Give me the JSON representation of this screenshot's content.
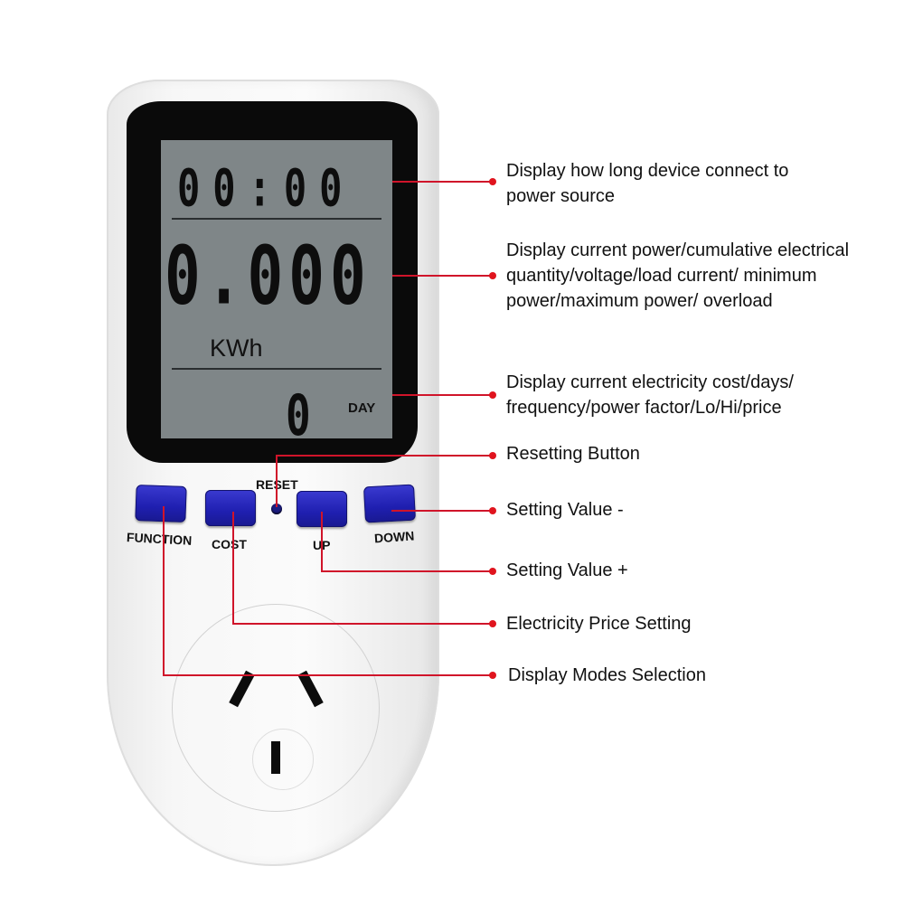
{
  "lcd": {
    "time": "00:00",
    "power": "0.000",
    "unit": "KWh",
    "days": "0",
    "days_unit": "DAY"
  },
  "buttons": {
    "function": "FUNCTION",
    "cost": "COST",
    "reset": "RESET",
    "up": "UP",
    "down": "DOWN"
  },
  "callouts": [
    {
      "text": "Display how long device connect to power source"
    },
    {
      "text": "Display current power/cumulative electrical quantity/voltage/load current/ minimum power/maximum power/ overload"
    },
    {
      "text": "Display current electricity cost/days/ frequency/power factor/Lo/Hi/price"
    },
    {
      "text": "Resetting Button"
    },
    {
      "text": "Setting Value -"
    },
    {
      "text": "Setting Value +"
    },
    {
      "text": "Electricity Price Setting"
    },
    {
      "text": "Display Modes Selection"
    }
  ],
  "colors": {
    "accent_line": "#d0142a",
    "button_blue": "#1f1fb0",
    "lcd_background": "#7f8688"
  }
}
